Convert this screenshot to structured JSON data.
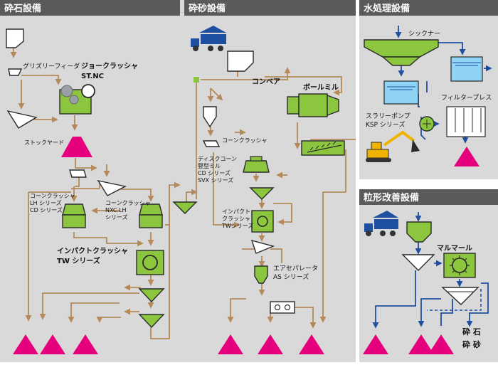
{
  "colors": {
    "panel": "#d9d9d9",
    "header_bg": "#5a5a5a",
    "header_text": "#ffffff",
    "flow": "#b48a5a",
    "water": "#1f4fa0",
    "machine": "#8cc63f",
    "machine_stroke": "#2a2a2a",
    "stockpile": "#e6007e",
    "tank_water": "#8fd3f4"
  },
  "sections": {
    "crushing": {
      "title": "砕石設備"
    },
    "sand": {
      "title": "砕砂設備"
    },
    "water": {
      "title": "水処理設備"
    },
    "shape": {
      "title": "粒形改善設備"
    }
  },
  "labels": {
    "grizzly_feeder": "グリズリーフィーダ",
    "jaw_crusher_1": "ジョークラッシャ",
    "jaw_crusher_2": "ST.NC",
    "stockyard": "ストックヤード",
    "cone_lh_1": "コーンクラッシャ",
    "cone_lh_2": "LH シリーズ",
    "cone_lh_3": "CD シリーズ",
    "cone_nxc_1": "コーンクラッシャ",
    "cone_nxc_2": "NXC.LH",
    "cone_nxc_3": "シリーズ",
    "impact_tw_1": "インパクトクラッシャ",
    "impact_tw_2": "TW シリーズ",
    "conveyor": "コンベア",
    "ball_mill": "ボールミル",
    "cone_crusher_sand": "コーンクラッシャ",
    "disc_cone_1": "ディスクコーン",
    "disc_cone_2": "竪型ミル",
    "disc_cone_3": "CD シリーズ",
    "disc_cone_4": "SVX シリーズ",
    "impact_sand_1": "インパクト",
    "impact_sand_2": "クラッシャ",
    "impact_sand_3": "TWシリーズ",
    "air_sep_1": "エアセパレータ",
    "air_sep_2": "AS シリーズ",
    "thickener": "シックナー",
    "filter_press": "フィルタープレス",
    "slurry_pump_1": "スラリーポンプ",
    "slurry_pump_2": "KSP シリーズ",
    "marumaru": "マルマール",
    "legend_stone": "砕 石",
    "legend_sand": "砕 砂"
  }
}
